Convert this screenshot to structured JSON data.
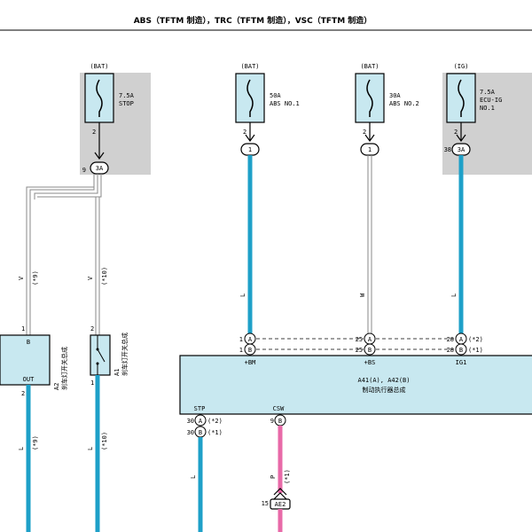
{
  "header": {
    "title": "ABS（TFTM 制造），TRC（TFTM 制造），VSC（TFTM 制造）"
  },
  "fuses": [
    {
      "source": "(BAT)",
      "rating": "7.5A",
      "name": "STOP",
      "pin": "2"
    },
    {
      "source": "(BAT)",
      "rating": "50A",
      "name": "ABS NO.1",
      "pin": "2"
    },
    {
      "source": "(BAT)",
      "rating": "30A",
      "name": "ABS NO.2",
      "pin": "2"
    },
    {
      "source": "(IG)",
      "rating": "7.5A",
      "name": "ECU-IG",
      "name2": "NO.1",
      "pin": "2"
    }
  ],
  "junctions": [
    {
      "pin": "9",
      "code": "3A"
    },
    {
      "code": "1"
    },
    {
      "code": "1"
    },
    {
      "pin": "38",
      "code": "3A"
    }
  ],
  "wires": {
    "v1": "V",
    "v1_note": "(*9)",
    "v2": "V",
    "v2_note": "(*10)",
    "l_abs1": "L",
    "w_abs2": "W",
    "l_ecu": "L",
    "l_out": "L",
    "l_out_note": "(*9)",
    "l_sw": "L",
    "l_sw_note": "(*10)",
    "l_stp": "L",
    "p_csw": "P",
    "p_csw_note": "(*1)"
  },
  "switch_a2": {
    "pin_in": "1",
    "term_in": "B",
    "term_out": "OUT",
    "pin_out": "2",
    "code": "A2",
    "name": "刹车灯开关总成"
  },
  "switch_a1": {
    "pin_in": "2",
    "pin_out": "1",
    "code": "A1",
    "name": "刹车灯开关总成"
  },
  "actuator": {
    "name_code": "A41(A), A42(B)",
    "name": "制动执行器总成",
    "terminals": {
      "bm": "+BM",
      "bs": "+BS",
      "ig1": "IG1",
      "stp": "STP",
      "csw": "CSW"
    },
    "pins_top": [
      {
        "pin": "1",
        "conn": "A"
      },
      {
        "pin": "1",
        "conn": "B"
      },
      {
        "pin": "25",
        "conn": "A"
      },
      {
        "pin": "25",
        "conn": "B"
      },
      {
        "pin": "28",
        "conn": "A",
        "note": "(*2)"
      },
      {
        "pin": "28",
        "conn": "B",
        "note": "(*1)"
      }
    ],
    "pins_bottom": [
      {
        "pin": "30",
        "conn": "A",
        "note": "(*2)"
      },
      {
        "pin": "30",
        "conn": "B",
        "note": "(*1)"
      },
      {
        "pin": "9",
        "conn": "B"
      }
    ]
  },
  "connector_ae2": {
    "pin": "15",
    "code": "AE2"
  },
  "colors": {
    "blue": "#1ea0c8",
    "pink": "#e86aa8",
    "panel": "#c8e8f0",
    "shade": "#d0d0d0"
  }
}
